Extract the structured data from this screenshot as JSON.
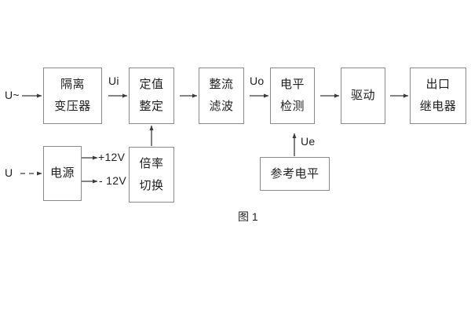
{
  "figure": {
    "caption": "图 1",
    "line_color": "#8a8a8a",
    "arrow_color": "#3a3a3a",
    "text_color": "#1f1f1f",
    "background": "#ffffff"
  },
  "blocks": {
    "isolation_transformer": {
      "line1": "隔离",
      "line2": "变压器"
    },
    "setpoint_setting": {
      "line1": "定值",
      "line2": "整定"
    },
    "rectify_filter": {
      "line1": "整流",
      "line2": "滤波"
    },
    "level_detect": {
      "line1": "电平",
      "line2": "检测"
    },
    "drive": {
      "line1": "驱动"
    },
    "output_relay": {
      "line1": "出口",
      "line2": "继电器"
    },
    "power_supply": {
      "line1": "电源"
    },
    "multiplier_switch": {
      "line1": "倍率",
      "line2": "切换"
    },
    "reference_level": {
      "line1": "参考电平"
    }
  },
  "signals": {
    "input_ac": "U~",
    "input_dc": "U",
    "ui": "Ui",
    "uo": "Uo",
    "ue": "Ue",
    "rail_positive": "+12V",
    "rail_negative": "- 12V"
  }
}
